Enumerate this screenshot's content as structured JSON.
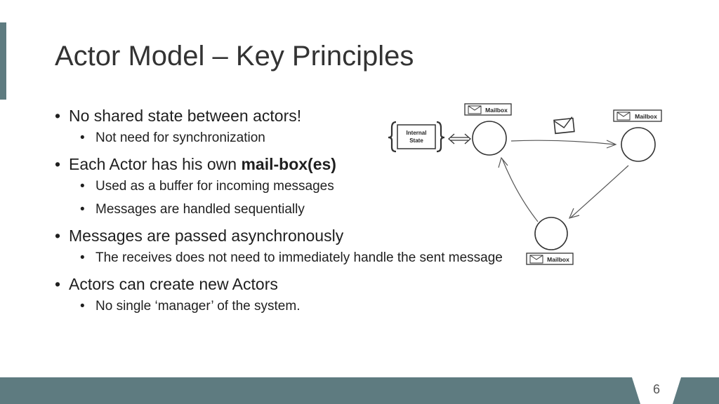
{
  "slide": {
    "title": "Actor Model – Key Principles",
    "page_number": "6",
    "colors": {
      "accent": "#5e7b80",
      "text": "#222222"
    }
  },
  "bullets": [
    {
      "text": "No shared state between actors!",
      "sub": [
        "Not need for synchronization"
      ]
    },
    {
      "text_prefix": "Each Actor has his own ",
      "text_bold": "mail-box(es)",
      "sub": [
        "Used as a buffer for incoming messages",
        "Messages are handled sequentially"
      ]
    },
    {
      "text": "Messages are passed asynchronously",
      "sub": [
        "The receives does not need to immediately handle the sent message"
      ]
    },
    {
      "text": "Actors can create new Actors",
      "sub": [
        "No single ‘manager’ of the system."
      ]
    }
  ],
  "diagram": {
    "internal_state_line1": "Internal",
    "internal_state_line2": "State",
    "mailbox_label": "Mailbox",
    "icons": [
      "envelope-icon",
      "mailbox-icon",
      "actor-circle"
    ]
  }
}
